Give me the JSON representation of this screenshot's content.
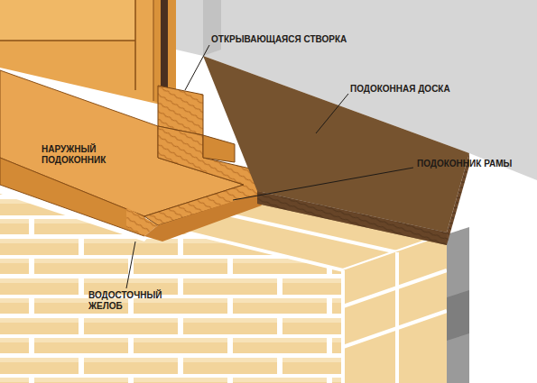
{
  "diagram": {
    "labels": [
      "ОТКРЫВАЮЩАЯСЯ СТВОРКА",
      "ПОДОКОННАЯ ДОСКА",
      "НАРУЖНЫЙ ПОДОКОННИК",
      "ПОДОКОННИК РАМЫ",
      "ВОДОСТОЧНЫЙ ЖЕЛОБ"
    ]
  }
}
